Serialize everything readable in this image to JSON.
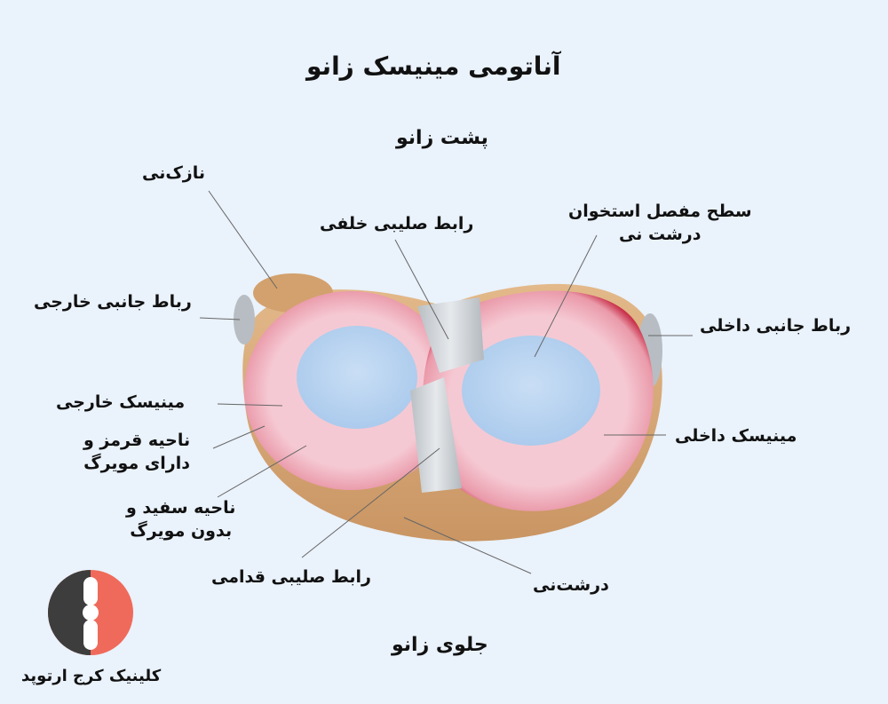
{
  "title": "آناتومی مینیسک زانو",
  "orientation": {
    "top": "پشت زانو",
    "bottom": "جلوی زانو"
  },
  "labels": {
    "fibula": "نازک‌نی",
    "posterior_cruciate": "رابط صلیبی خلفی",
    "tibia_surface_line1": "سطح مفصل استخوان",
    "tibia_surface_line2": "درشت نی",
    "lateral_collateral": "رباط جانبی خارجی",
    "medial_collateral": "رباط جانبی داخلی",
    "lateral_meniscus": "مینیسک خارجی",
    "medial_meniscus": "مینیسک داخلی",
    "red_zone_line1": "ناحیه قرمز و",
    "red_zone_line2": "دارای مویرگ",
    "white_zone_line1": "ناحیه سفید و",
    "white_zone_line2": "بدون مویرگ",
    "anterior_cruciate": "رابط صلیبی قدامی",
    "tibia": "درشت‌نی"
  },
  "logo": {
    "text": "کلینیک کرج ارتوپد"
  }
}
